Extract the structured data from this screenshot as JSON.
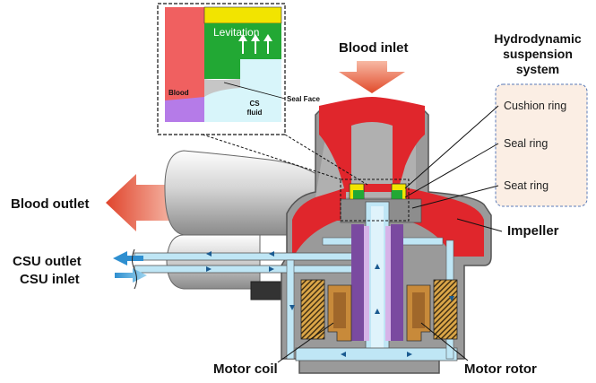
{
  "labels": {
    "blood_inlet": "Blood inlet",
    "blood_outlet": "Blood outlet",
    "csu_outlet": "CSU outlet",
    "csu_inlet": "CSU inlet",
    "motor_coil": "Motor coil",
    "motor_rotor": "Motor rotor",
    "impeller": "Impeller",
    "suspension_line1": "Hydrodynamic",
    "suspension_line2": "suspension",
    "suspension_line3": "system"
  },
  "rings": {
    "cushion": "Cushion ring",
    "seal": "Seal ring",
    "seat": "Seat ring"
  },
  "inset": {
    "levitation": "Levitation",
    "blood": "Blood",
    "seal_face": "Seal Face",
    "cs_line1": "CS",
    "cs_line2": "fluid"
  },
  "colors": {
    "blood_red": "#e0262c",
    "cs_fluid": "#bfe6f5",
    "housing_gray": "#8c8c8c",
    "motor_bronze": "#c88a3a",
    "rotor_purple": "#7a4aa0",
    "seal_green": "#22a834",
    "ring_yellow": "#f2e400",
    "inset_purple": "#b57be8"
  }
}
